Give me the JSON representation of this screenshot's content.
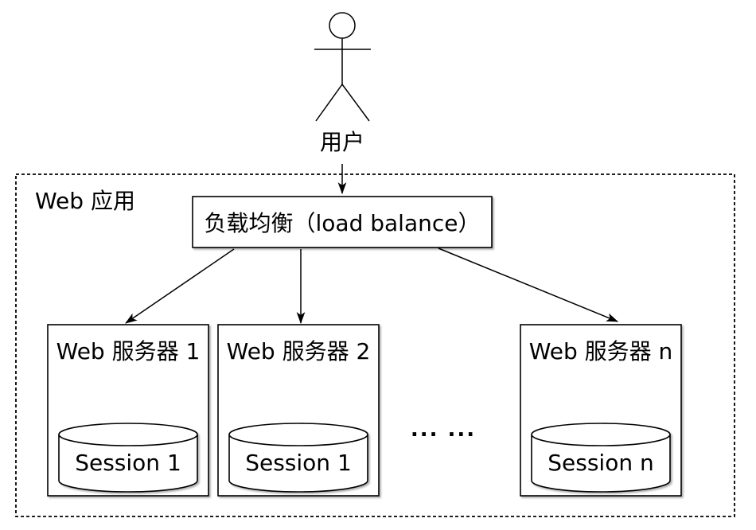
{
  "colors": {
    "stroke": "#000000",
    "background": "#ffffff",
    "shadow": "rgba(0,0,0,0.3)"
  },
  "actor": {
    "label": "用户"
  },
  "boundary": {
    "label": "Web 应用"
  },
  "load_balancer": {
    "label": "负载均衡（load balance）"
  },
  "ellipsis": "... ...",
  "servers": [
    {
      "label": "Web 服务器 1",
      "session": "Session 1"
    },
    {
      "label": "Web 服务器 2",
      "session": "Session 1"
    },
    {
      "label": "Web 服务器 n",
      "session": "Session n"
    }
  ]
}
